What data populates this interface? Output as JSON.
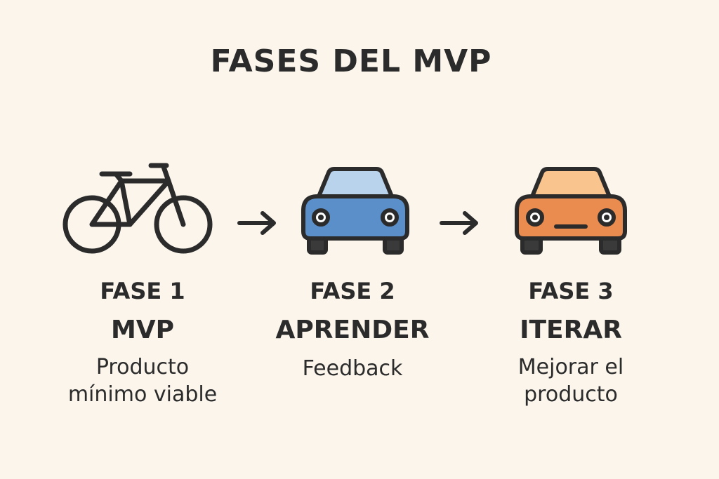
{
  "title": "FASES DEL MVP",
  "phases": [
    {
      "label": "FASE 1",
      "name": "MVP",
      "desc_lines": [
        "Producto",
        "mínimo viable"
      ],
      "icon": "bicycle-icon",
      "color": "#2b2b2b"
    },
    {
      "label": "FASE 2",
      "name": "APRENDER",
      "desc_lines": [
        "Feedback"
      ],
      "icon": "blue-car-icon",
      "color": "#5b8fc9"
    },
    {
      "label": "FASE 3",
      "name": "ITERAR",
      "desc_lines": [
        "Mejorar el",
        "producto"
      ],
      "icon": "orange-car-icon",
      "color": "#ea8c4f"
    }
  ],
  "arrows": [
    "arrow-right-icon",
    "arrow-right-icon"
  ],
  "colors": {
    "background": "#fbf5ec",
    "ink": "#2b2b2b",
    "blue_body": "#5b8fc9",
    "blue_window": "#b9d3ec",
    "orange_body": "#ea8c4f",
    "orange_window": "#f9c48d",
    "wheel": "#3a3a3a"
  }
}
